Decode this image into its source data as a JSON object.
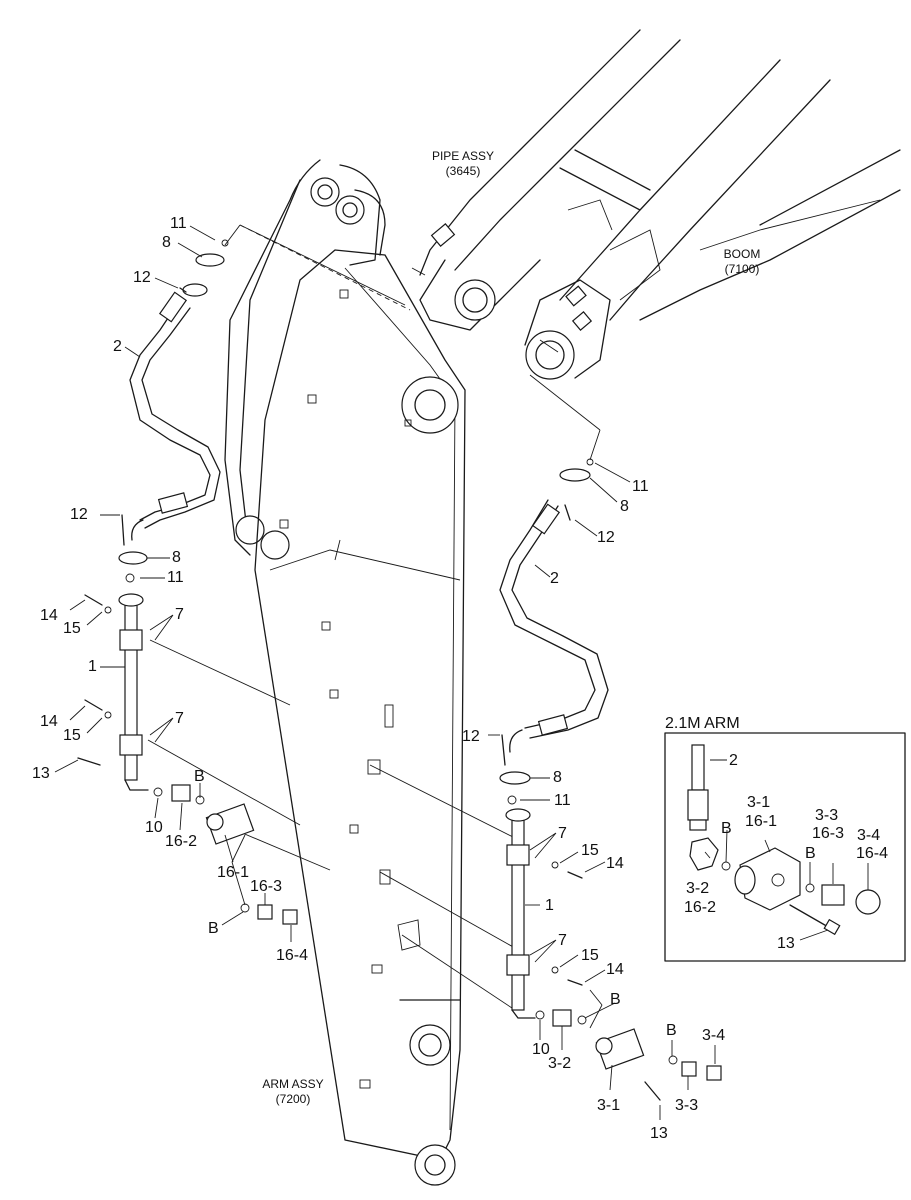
{
  "refs": {
    "pipe_assy": "PIPE ASSY",
    "pipe_assy_no": "(3645)",
    "boom": "BOOM",
    "boom_no": "(7100)",
    "arm_assy": "ARM ASSY",
    "arm_assy_no": "(7200)"
  },
  "inset": {
    "title": "2.1M ARM"
  },
  "callouts": {
    "p1": "1",
    "p2": "2",
    "p3_1": "3-1",
    "p3_2": "3-2",
    "p3_3": "3-3",
    "p3_4": "3-4",
    "p7": "7",
    "p8": "8",
    "p10": "10",
    "p11": "11",
    "p12": "12",
    "p13": "13",
    "p14": "14",
    "p15": "15",
    "p16_1": "16-1",
    "p16_2": "16-2",
    "p16_3": "16-3",
    "p16_4": "16-4",
    "pB": "B"
  }
}
